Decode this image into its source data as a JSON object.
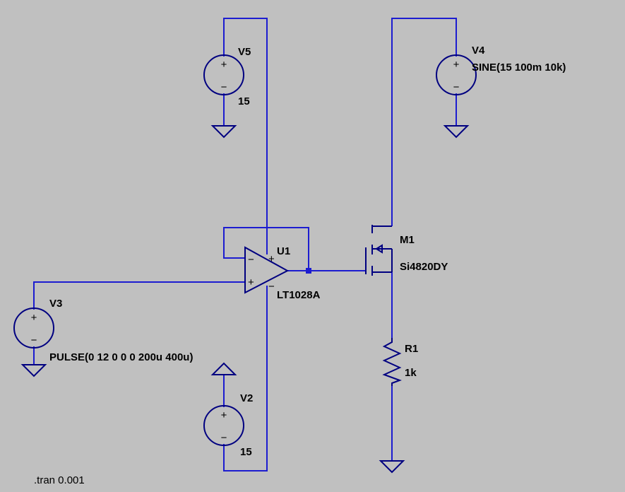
{
  "components": {
    "V5": {
      "name": "V5",
      "value": "15"
    },
    "V4": {
      "name": "V4",
      "value": "SINE(15 100m 10k)"
    },
    "V3": {
      "name": "V3",
      "value": "PULSE(0 12 0 0 0 200u 400u)"
    },
    "V2": {
      "name": "V2",
      "value": "15"
    },
    "U1": {
      "name": "U1",
      "value": "LT1028A"
    },
    "M1": {
      "name": "M1",
      "value": "Si4820DY"
    },
    "R1": {
      "name": "R1",
      "value": "1k"
    }
  },
  "directives": {
    "tran": ".tran 0.001"
  },
  "colors": {
    "background": "#c0c0c0",
    "wire": "#1c1cd0",
    "symbol": "#000080",
    "text": "#000000"
  }
}
